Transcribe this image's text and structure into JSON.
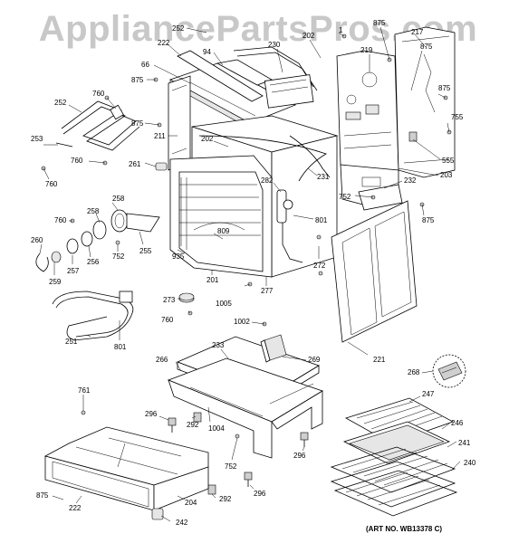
{
  "watermark": "AppliancePartsPros.com",
  "art_number": "(ART NO. WB13378 C)",
  "callouts": [
    {
      "id": "c252a",
      "text": "252"
    },
    {
      "id": "c222a",
      "text": "222"
    },
    {
      "id": "c94",
      "text": "94"
    },
    {
      "id": "c66",
      "text": "66"
    },
    {
      "id": "c875a",
      "text": "875"
    },
    {
      "id": "c875b",
      "text": "875"
    },
    {
      "id": "c211",
      "text": "211"
    },
    {
      "id": "c230",
      "text": "230"
    },
    {
      "id": "c202a",
      "text": "202"
    },
    {
      "id": "c1",
      "text": "1"
    },
    {
      "id": "c875c",
      "text": "875"
    },
    {
      "id": "c219",
      "text": "219"
    },
    {
      "id": "c217",
      "text": "217"
    },
    {
      "id": "c875d",
      "text": "875"
    },
    {
      "id": "c875e",
      "text": "875"
    },
    {
      "id": "c755",
      "text": "755"
    },
    {
      "id": "c555",
      "text": "555"
    },
    {
      "id": "c203",
      "text": "203"
    },
    {
      "id": "c232",
      "text": "232"
    },
    {
      "id": "c752a",
      "text": "752"
    },
    {
      "id": "c875f",
      "text": "875"
    },
    {
      "id": "c760a",
      "text": "760"
    },
    {
      "id": "c252b",
      "text": "252"
    },
    {
      "id": "c253",
      "text": "253"
    },
    {
      "id": "c760b",
      "text": "760"
    },
    {
      "id": "c760c",
      "text": "760"
    },
    {
      "id": "c261",
      "text": "261"
    },
    {
      "id": "c202b",
      "text": "202"
    },
    {
      "id": "c231",
      "text": "231"
    },
    {
      "id": "c282",
      "text": "282"
    },
    {
      "id": "c801a",
      "text": "801"
    },
    {
      "id": "c258a",
      "text": "258"
    },
    {
      "id": "c258b",
      "text": "258"
    },
    {
      "id": "c760d",
      "text": "760"
    },
    {
      "id": "c809",
      "text": "809"
    },
    {
      "id": "c260",
      "text": "260"
    },
    {
      "id": "c256",
      "text": "256"
    },
    {
      "id": "c255",
      "text": "255"
    },
    {
      "id": "c257",
      "text": "257"
    },
    {
      "id": "c752b",
      "text": "752"
    },
    {
      "id": "c935",
      "text": "935"
    },
    {
      "id": "c259",
      "text": "259"
    },
    {
      "id": "c272",
      "text": "272"
    },
    {
      "id": "c201",
      "text": "201"
    },
    {
      "id": "c277",
      "text": "277"
    },
    {
      "id": "c1005",
      "text": "1005"
    },
    {
      "id": "c273",
      "text": "273"
    },
    {
      "id": "c760e",
      "text": "760"
    },
    {
      "id": "c251",
      "text": "251"
    },
    {
      "id": "c801b",
      "text": "801"
    },
    {
      "id": "c1002",
      "text": "1002"
    },
    {
      "id": "c233",
      "text": "233"
    },
    {
      "id": "c269",
      "text": "269"
    },
    {
      "id": "c221",
      "text": "221"
    },
    {
      "id": "c266",
      "text": "266"
    },
    {
      "id": "c268",
      "text": "268"
    },
    {
      "id": "c761",
      "text": "761"
    },
    {
      "id": "c247",
      "text": "247"
    },
    {
      "id": "c296a",
      "text": "296"
    },
    {
      "id": "c292a",
      "text": "292"
    },
    {
      "id": "c1004",
      "text": "1004"
    },
    {
      "id": "c246",
      "text": "246"
    },
    {
      "id": "c241",
      "text": "241"
    },
    {
      "id": "c296b",
      "text": "296"
    },
    {
      "id": "c752c",
      "text": "752"
    },
    {
      "id": "c240",
      "text": "240"
    },
    {
      "id": "c875g",
      "text": "875"
    },
    {
      "id": "c296c",
      "text": "296"
    },
    {
      "id": "c292b",
      "text": "292"
    },
    {
      "id": "c222b",
      "text": "222"
    },
    {
      "id": "c204",
      "text": "204"
    },
    {
      "id": "c242",
      "text": "242"
    }
  ]
}
